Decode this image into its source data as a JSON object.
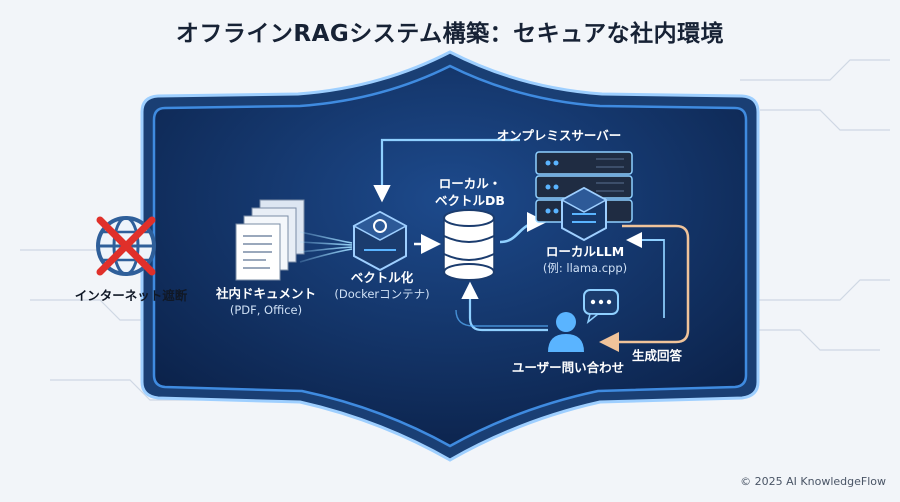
{
  "title": "オフラインRAGシステム構築：セキュアな社内環境",
  "labels": {
    "internet_blocked": "インターネット遮断",
    "server": "オンプレミスサーバー",
    "vector_db_line1": "ローカル・",
    "vector_db_line2": "ベクトルDB",
    "documents": "社内ドキュメント",
    "documents_sub": "(PDF, Office)",
    "vectorize": "ベクトル化",
    "vectorize_sub": "(Dockerコンテナ)",
    "llm": "ローカルLLM",
    "llm_sub": "(例: llama.cpp)",
    "user_query": "ユーザー問い合わせ",
    "answer": "生成回答"
  },
  "copyright": "© 2025 AI KnowledgeFlow",
  "colors": {
    "shield": "#0e2a5c",
    "border": "#3f8be0",
    "glow": "#5ab4ff",
    "cross": "#e0302a",
    "answer_arrow": "#f0c39a"
  }
}
